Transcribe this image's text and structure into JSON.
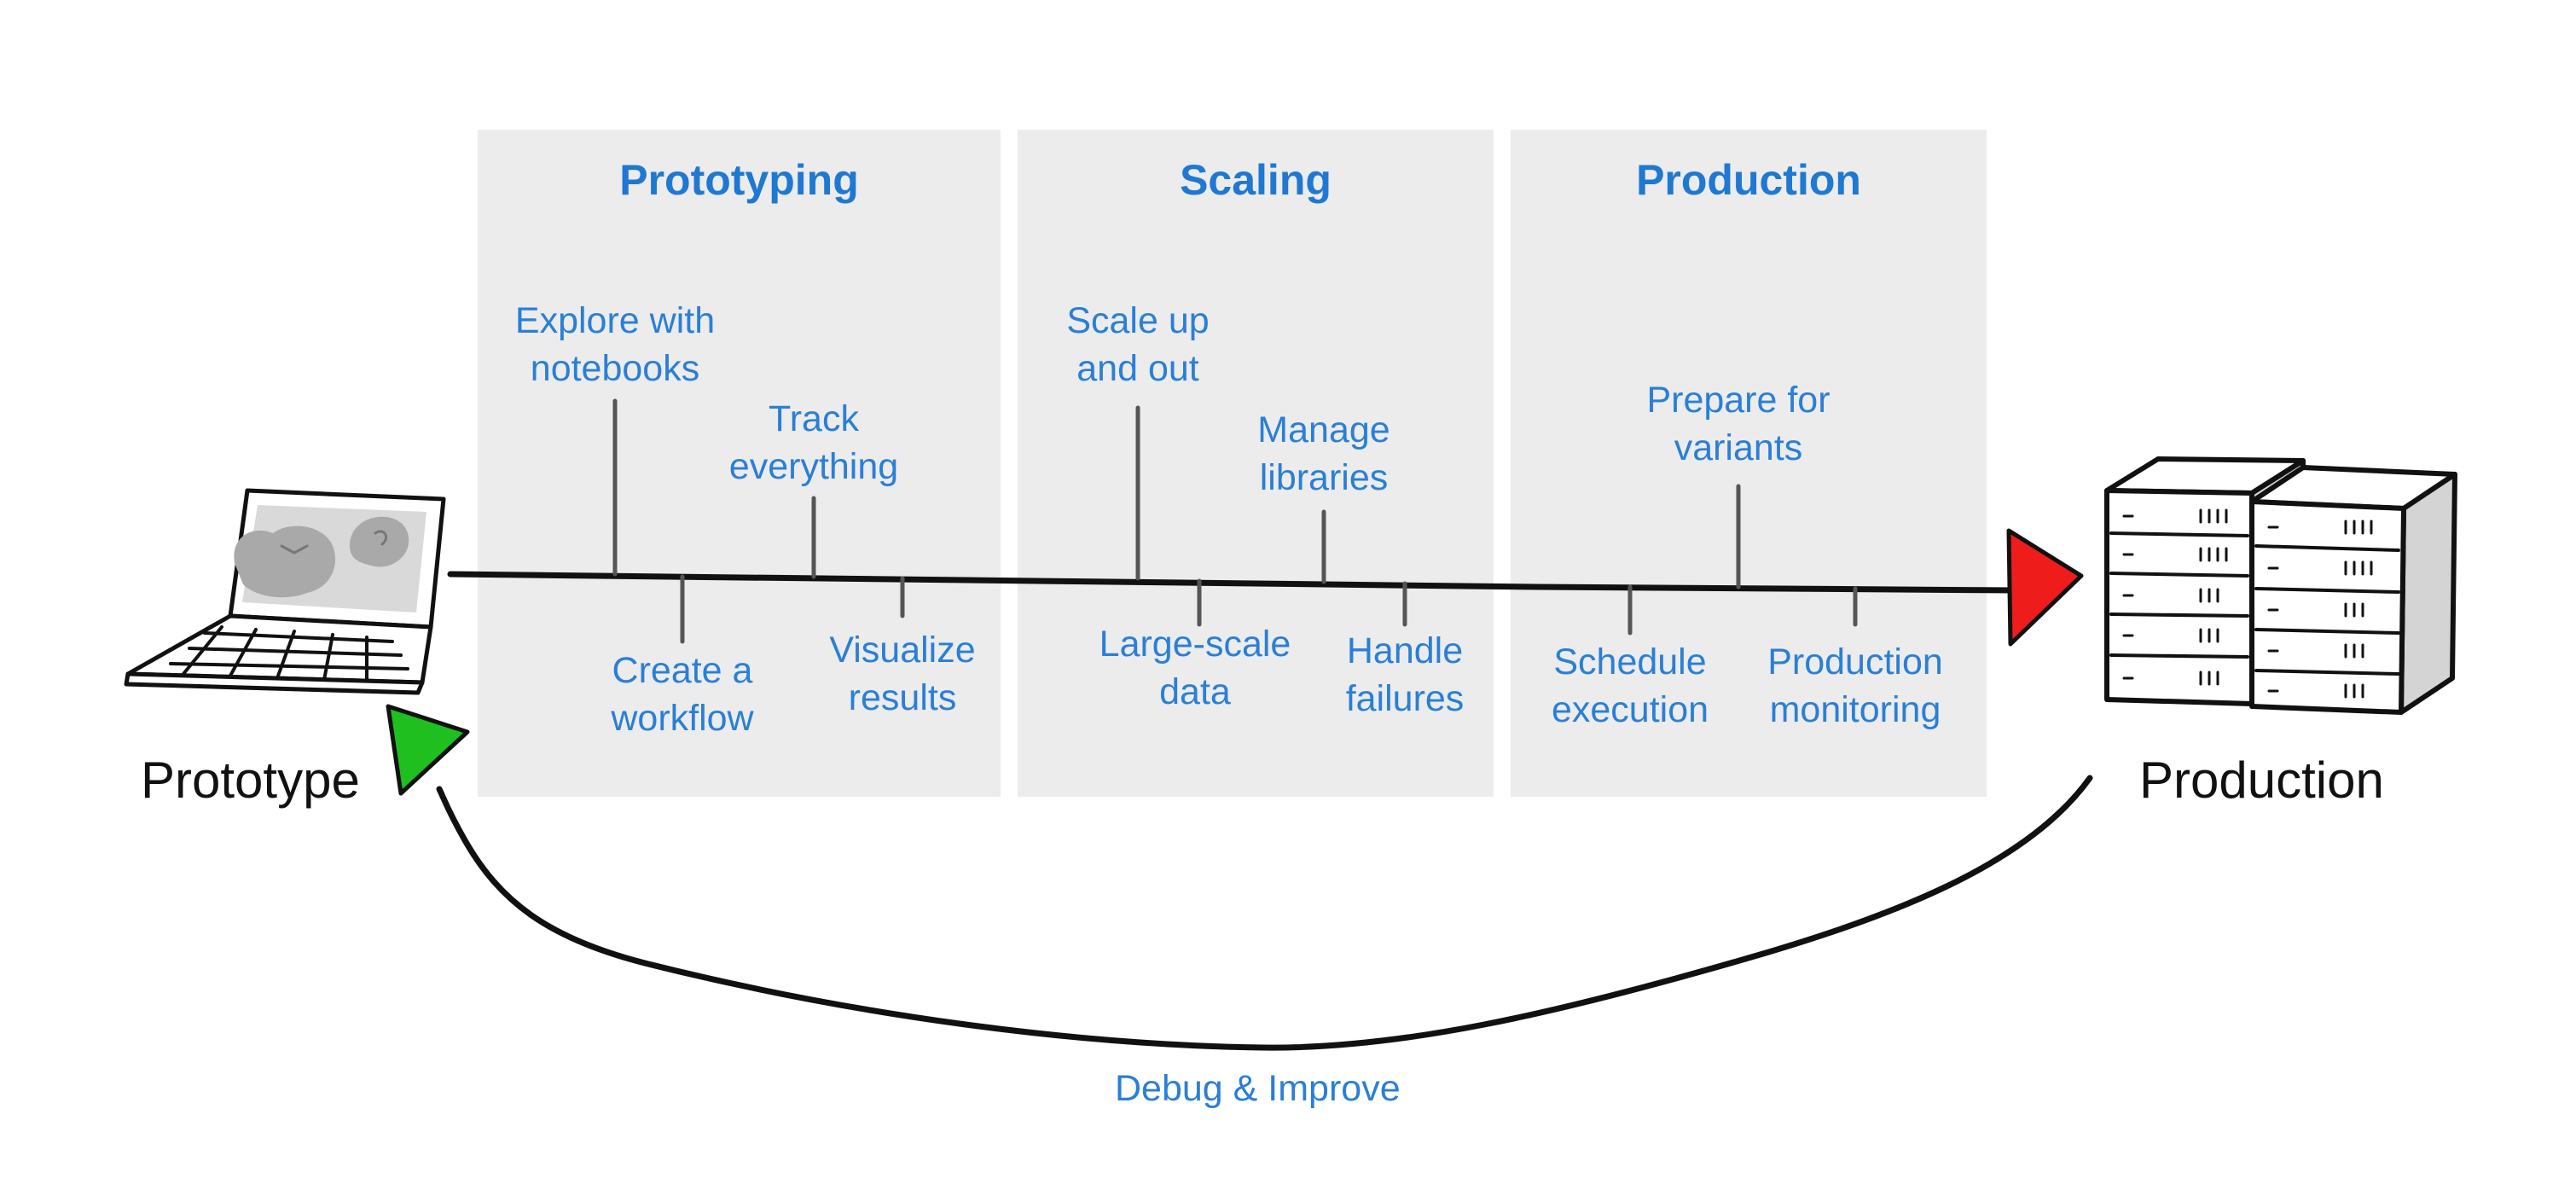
{
  "colors": {
    "accent": "#2a7fd6",
    "panel": "#ececec",
    "start_arrow": "#1fbf1f",
    "end_arrow": "#ef1c1c",
    "line": "#111111"
  },
  "phases": [
    {
      "title": "Prototyping"
    },
    {
      "title": "Scaling"
    },
    {
      "title": "Production"
    }
  ],
  "steps": {
    "explore": "Explore with\nnotebooks",
    "workflow": "Create a\nworkflow",
    "track": "Track\neverything",
    "visualize": "Visualize\nresults",
    "scale": "Scale up\nand out",
    "large_data": "Large-scale\ndata",
    "libraries": "Manage\nlibraries",
    "failures": "Handle\nfailures",
    "variants": "Prepare for\nvariants",
    "schedule": "Schedule\nexecution",
    "monitoring": "Production\nmonitoring"
  },
  "endpoints": {
    "start_label": "Prototype",
    "end_label": "Production",
    "start_icon": "laptop-icon",
    "end_icon": "server-rack-icon"
  },
  "feedback_loop": {
    "label": "Debug & Improve"
  }
}
